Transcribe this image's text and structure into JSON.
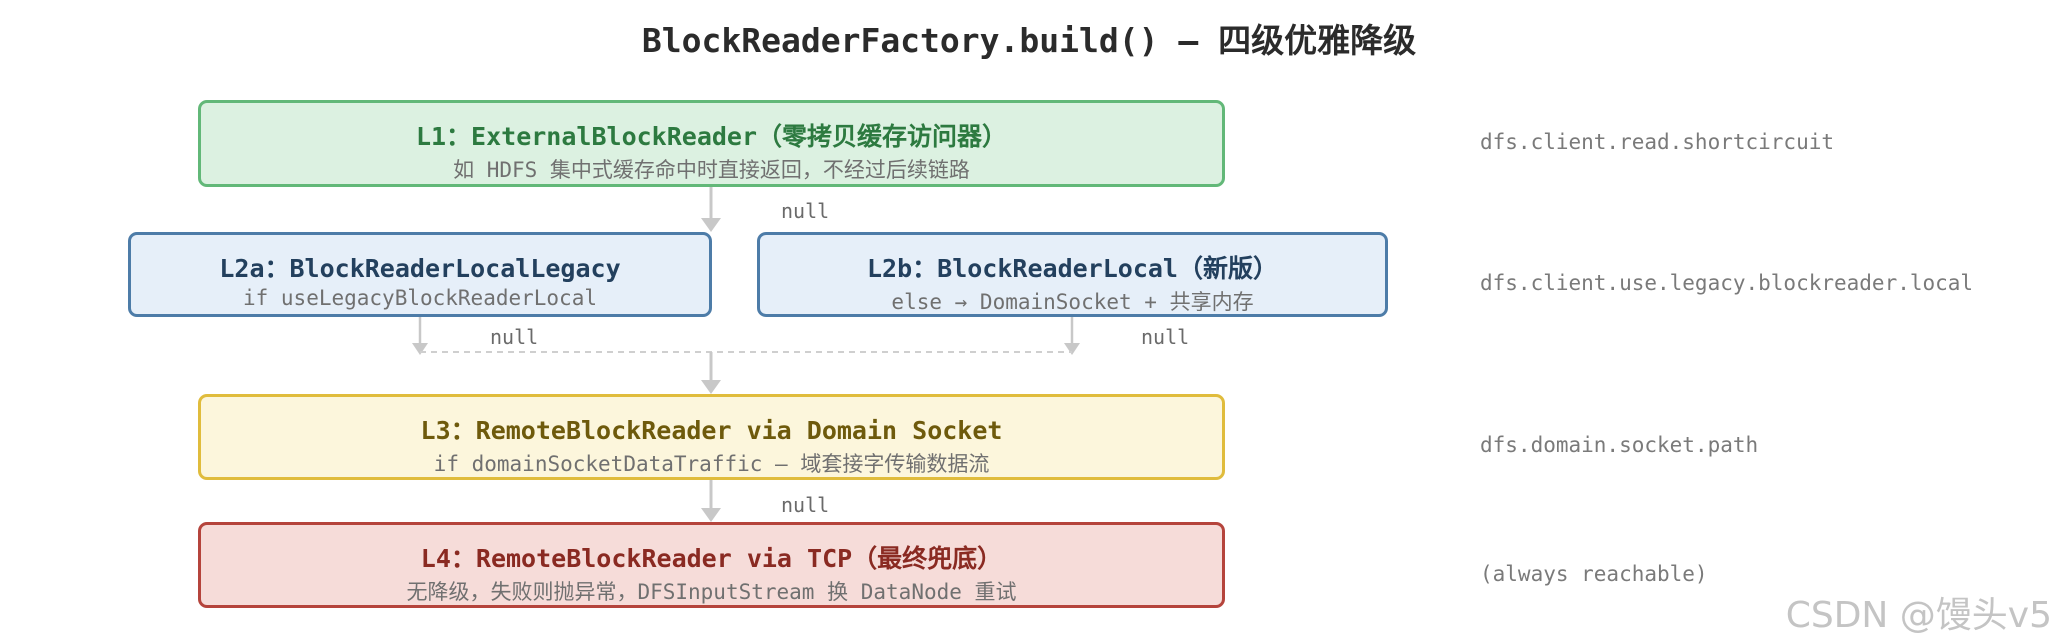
{
  "title": "BlockReaderFactory.build() — 四级优雅降级",
  "levels": {
    "l1": {
      "head": "L1：ExternalBlockReader（零拷贝缓存访问器）",
      "sub": "如 HDFS 集中式缓存命中时直接返回，不经过后续链路"
    },
    "l2a": {
      "head": "L2a：BlockReaderLocalLegacy",
      "sub": "if useLegacyBlockReaderLocal"
    },
    "l2b": {
      "head": "L2b：BlockReaderLocal（新版）",
      "sub": "else → DomainSocket + 共享内存"
    },
    "l3": {
      "head": "L3：RemoteBlockReader via Domain Socket",
      "sub": "if domainSocketDataTraffic — 域套接字传输数据流"
    },
    "l4": {
      "head": "L4：RemoteBlockReader via TCP（最终兜底）",
      "sub": "无降级，失败则抛异常，DFSInputStream 换 DataNode 重试"
    }
  },
  "configs": {
    "l1": "dfs.client.read.shortcircuit",
    "l2": "dfs.client.use.legacy.blockreader.local",
    "l3": "dfs.domain.socket.path",
    "l4": "(always reachable)"
  },
  "null_labels": {
    "l1_to_l2": "null",
    "l2a_to_l3": "null",
    "l2b_to_l3": "null",
    "l3_to_l4": "null"
  },
  "colors": {
    "l1_fill": "#dcf1e1",
    "l1_border": "#62b878",
    "l2_fill": "#e6eff9",
    "l2_border": "#4d7ca8",
    "l3_fill": "#fcf6dc",
    "l3_border": "#e0bc3c",
    "l4_fill": "#f6dcd9",
    "l4_border": "#b5443c",
    "connector": "#c8c8c8"
  },
  "watermark": "CSDN @馒头v5"
}
